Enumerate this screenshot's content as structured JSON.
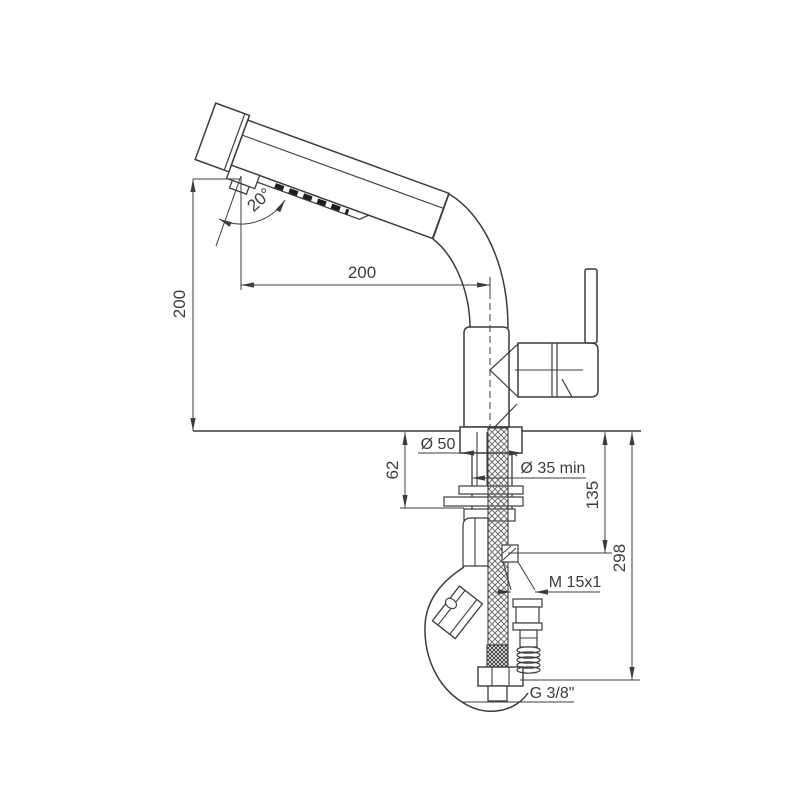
{
  "drawing": {
    "background_color": "#ffffff",
    "line_color": "#3c3c3c",
    "annotations": {
      "spout_reach": "200",
      "spout_height": "200",
      "spray_angle": "20°",
      "base_diameter": "Ø 50",
      "mounting_depth": "62",
      "hole_diameter": "Ø 35 min",
      "hose_length_1": "135",
      "hose_length_2": "298",
      "spray_hose_thread": "M 15x1",
      "supply_thread": "G 3/8\""
    }
  }
}
